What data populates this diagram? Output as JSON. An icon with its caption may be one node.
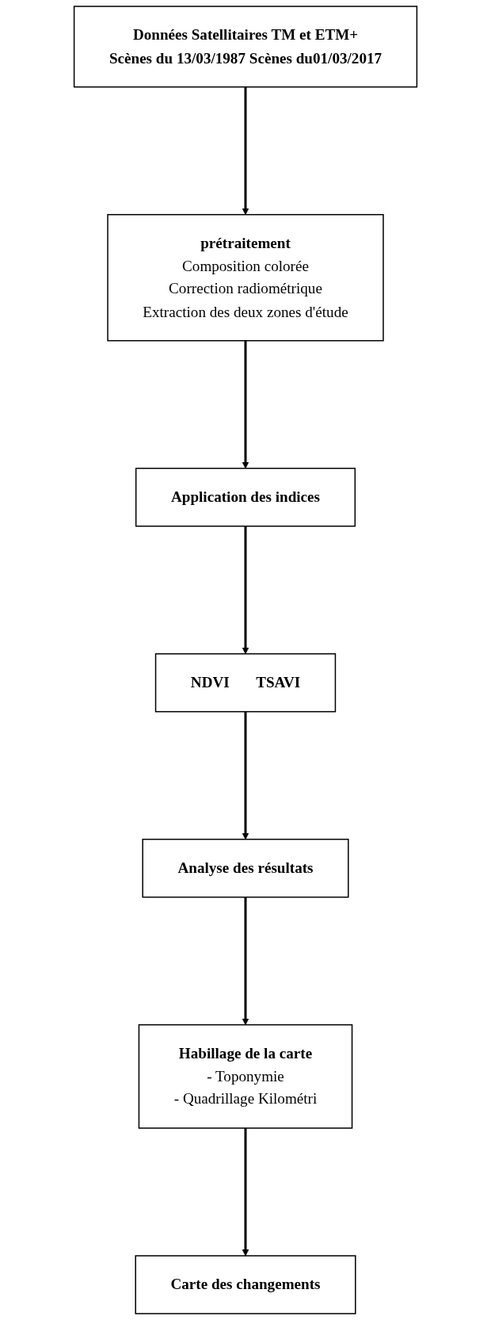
{
  "diagram": {
    "nodes": [
      {
        "text": [
          "Données Satellitaires TM et ETM+",
          "Scènes du 13/03/1987 Scènes du01/03/2017"
        ]
      },
      {
        "text": [
          "prétraitement",
          "Composition colorée",
          "Correction radiométrique",
          "Extraction des deux zones d'étude"
        ]
      },
      {
        "text": [
          "Application des indices"
        ]
      },
      {
        "text": [
          "NDVI",
          "TSAVI"
        ]
      },
      {
        "text": [
          "Analyse des résultats"
        ]
      },
      {
        "text": [
          "Habillage de la carte",
          "- Toponymie",
          "- Quadrillage Kilométri"
        ]
      },
      {
        "text": [
          "Carte des changements"
        ]
      }
    ],
    "edges": [
      {
        "from": 0,
        "to": 1,
        "arrow": "to"
      },
      {
        "from": 1,
        "to": 2,
        "arrow": "to"
      },
      {
        "from": 2,
        "to": 3,
        "arrow": "to"
      },
      {
        "from": 3,
        "to": 4,
        "arrow": "to"
      },
      {
        "from": 4,
        "to": 5,
        "arrow": "to"
      },
      {
        "from": 5,
        "to": 6,
        "arrow": "to"
      }
    ]
  }
}
